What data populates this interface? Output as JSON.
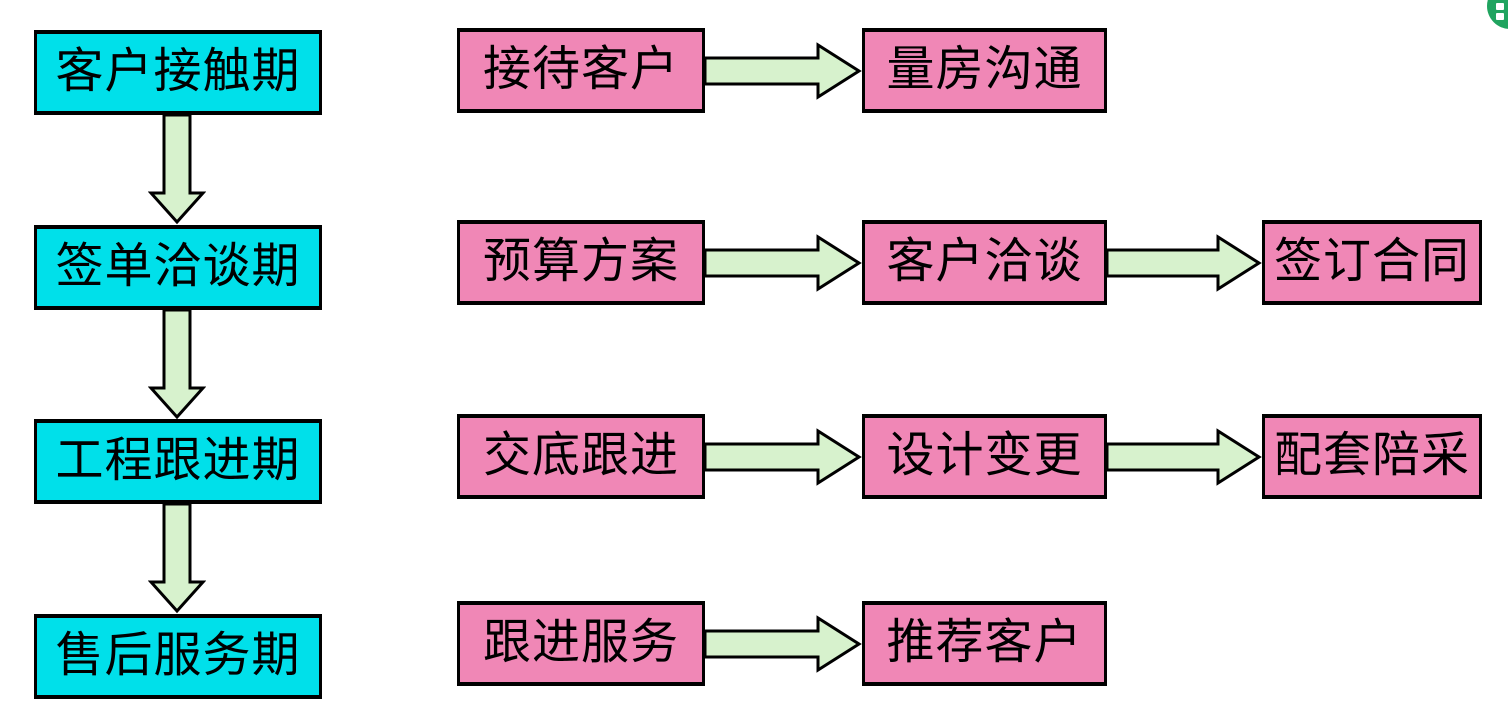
{
  "colors": {
    "phase_box": "#00e0ea",
    "step_box": "#f087b6",
    "arrow_fill": "#d7f2cd",
    "outline": "#000000",
    "badge_green": "#20a45f",
    "background": "#ffffff"
  },
  "phases": [
    {
      "label": "客户接触期",
      "steps": [
        "接待客户",
        "量房沟通"
      ]
    },
    {
      "label": "签单洽谈期",
      "steps": [
        "预算方案",
        "客户洽谈",
        "签订合同"
      ]
    },
    {
      "label": "工程跟进期",
      "steps": [
        "交底跟进",
        "设计变更",
        "配套陪采"
      ]
    },
    {
      "label": "售后服务期",
      "steps": [
        "跟进服务",
        "推荐客户"
      ]
    }
  ],
  "corner_icon": "grid-badge"
}
